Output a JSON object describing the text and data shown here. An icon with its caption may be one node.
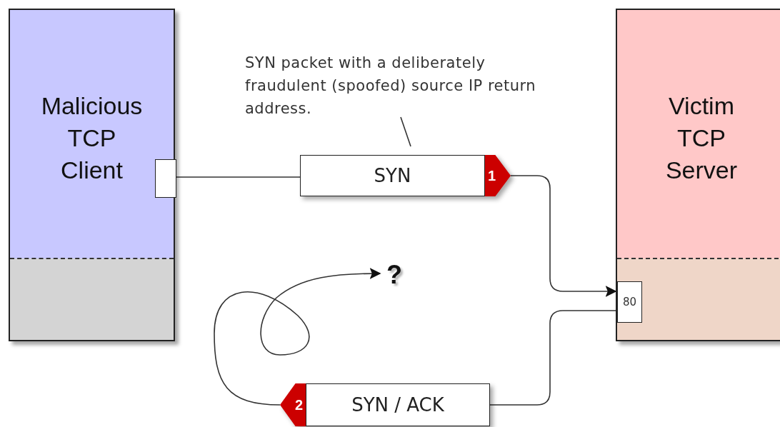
{
  "diagram": {
    "nodes": [
      {
        "text": [
          "Malicious TCP Client"
        ]
      },
      {
        "text": [],
        "shape": "box",
        "in": 0
      },
      {
        "text": [
          "Victim TCP Server"
        ]
      },
      {
        "text": [
          "80"
        ],
        "in": 2
      },
      {
        "text": [
          "SYN",
          "1"
        ]
      },
      {
        "text": [
          "2",
          "SYN / ACK"
        ]
      },
      {
        "text": [
          "?"
        ]
      },
      {
        "text": [
          "SYN packet with a deliberately fraudulent (spoofed) source IP return address."
        ]
      }
    ],
    "edges": [
      {
        "from": 1,
        "to": 4,
        "arrow": "none"
      },
      {
        "from": 4,
        "to": 3,
        "arrow": "to"
      },
      {
        "from": 3,
        "to": 5,
        "arrow": "none"
      },
      {
        "from": 5,
        "to": 6,
        "arrow": "to"
      },
      {
        "from": 7,
        "to": 4,
        "arrow": "none"
      }
    ]
  }
}
